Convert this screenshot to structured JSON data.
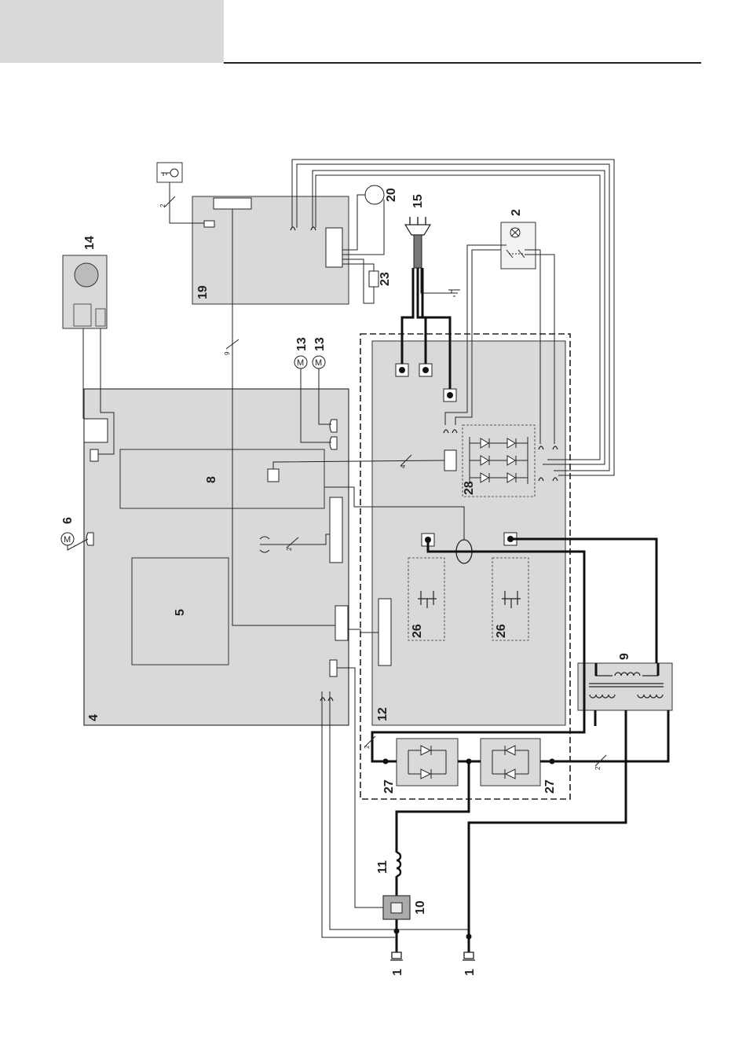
{
  "diagram": {
    "labels": {
      "l1a": "1",
      "l1b": "1",
      "l2": "2",
      "l4": "4",
      "l5": "5",
      "l6": "6",
      "l8": "8",
      "l9": "9",
      "l10": "10",
      "l11": "11",
      "l12": "12",
      "l13a": "13",
      "l13b": "13",
      "l14": "14",
      "l15": "15",
      "l19": "19",
      "l20": "20",
      "l23": "23",
      "l26a": "26",
      "l26b": "26",
      "l27a": "27",
      "l27b": "27",
      "l28": "28"
    },
    "wire_counts": {
      "w9": "9",
      "w2_key": "2",
      "w2_fan": "2",
      "w4": "4",
      "w2_rect": "2",
      "w2_tr": "2"
    },
    "symbols": {
      "motor": "M"
    }
  }
}
